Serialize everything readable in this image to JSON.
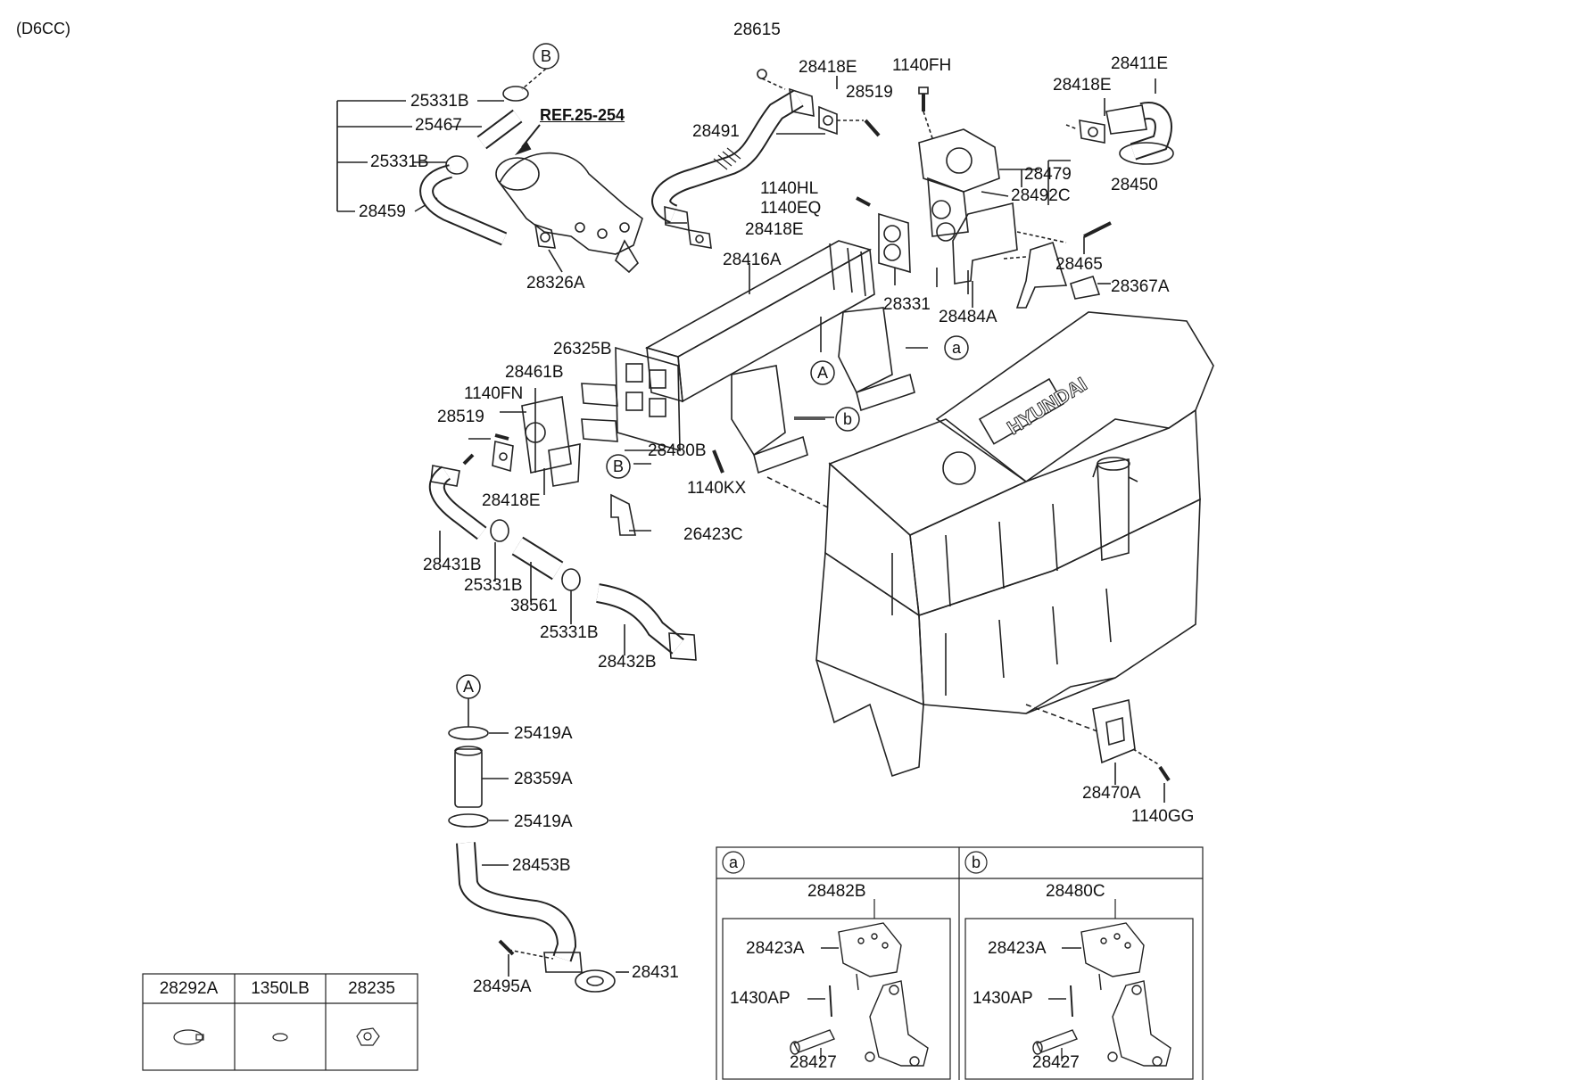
{
  "header": {
    "model": "(D6CC)"
  },
  "reference": "REF.25-254",
  "callouts": {
    "A": "A",
    "B": "B",
    "a": "a",
    "b": "b"
  },
  "part_labels": [
    "28615",
    "28418E",
    "1140FH",
    "28411E",
    "28418E",
    "28519",
    "28491",
    "28479",
    "28450",
    "28492C",
    "1140HL",
    "1140EQ",
    "28418E",
    "28465",
    "28416A",
    "28367A",
    "28331",
    "28484A",
    "25331B",
    "25467",
    "25331B",
    "28459",
    "28326A",
    "26325B",
    "28461B",
    "1140FN",
    "28519",
    "28480B",
    "1140KX",
    "28418E",
    "26423C",
    "28431B",
    "25331B",
    "38561",
    "25331B",
    "28432B",
    "25419A",
    "28359A",
    "25419A",
    "28453B",
    "28495A",
    "28431",
    "28470A",
    "1140GG"
  ],
  "engine_logo": "HYUNDAI",
  "legend_table": {
    "columns": [
      "28292A",
      "1350LB",
      "28235"
    ]
  },
  "inset_a": {
    "tag": "a",
    "assembly": "28482B",
    "parts": [
      "28423A",
      "1430AP",
      "28427"
    ]
  },
  "inset_b": {
    "tag": "b",
    "assembly": "28480C",
    "parts": [
      "28423A",
      "1430AP",
      "28427"
    ]
  }
}
